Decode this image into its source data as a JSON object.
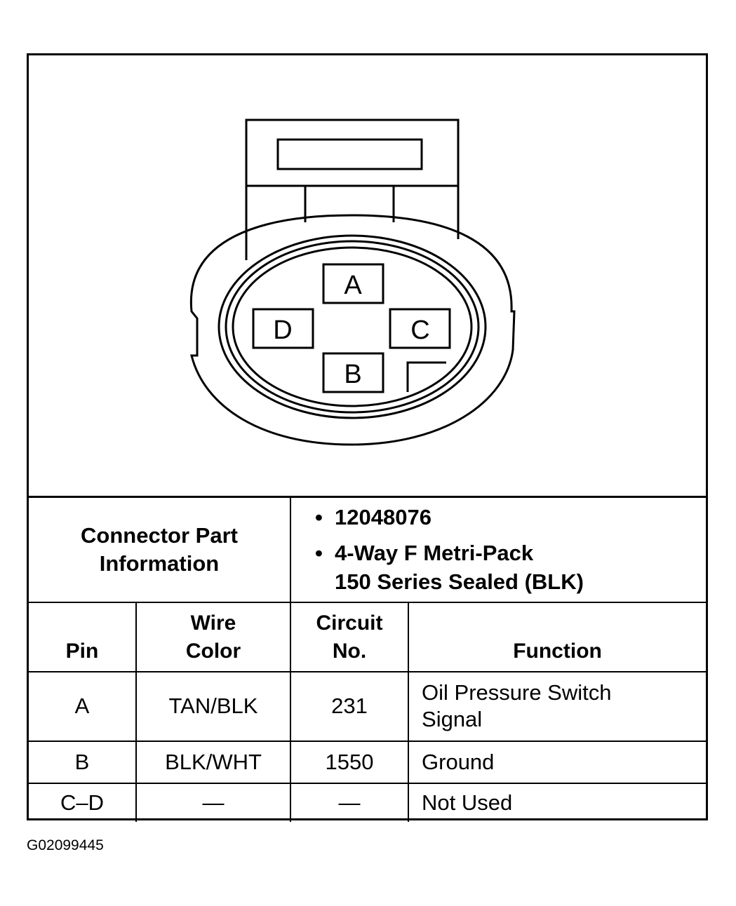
{
  "connector": {
    "pins": {
      "a": "A",
      "b": "B",
      "c": "C",
      "d": "D"
    }
  },
  "connector_info": {
    "label_line1": "Connector Part",
    "label_line2": "Information",
    "part_number": "12048076",
    "description_line1": "4-Way F Metri-Pack",
    "description_line2": "150 Series Sealed (BLK)",
    "bullet": "•"
  },
  "table": {
    "headers": {
      "pin": "Pin",
      "wire_color_line1": "Wire",
      "wire_color_line2": "Color",
      "circuit_line1": "Circuit",
      "circuit_line2": "No.",
      "function": "Function"
    },
    "rows": [
      {
        "pin": "A",
        "wire_color": "TAN/BLK",
        "circuit": "231",
        "function_line1": "Oil Pressure Switch",
        "function_line2": "Signal"
      },
      {
        "pin": "B",
        "wire_color": "BLK/WHT",
        "circuit": "1550",
        "function_line1": "Ground",
        "function_line2": ""
      },
      {
        "pin": "C–D",
        "wire_color": "—",
        "circuit": "—",
        "function_line1": "Not Used",
        "function_line2": ""
      }
    ]
  },
  "figure_id": "G02099445"
}
